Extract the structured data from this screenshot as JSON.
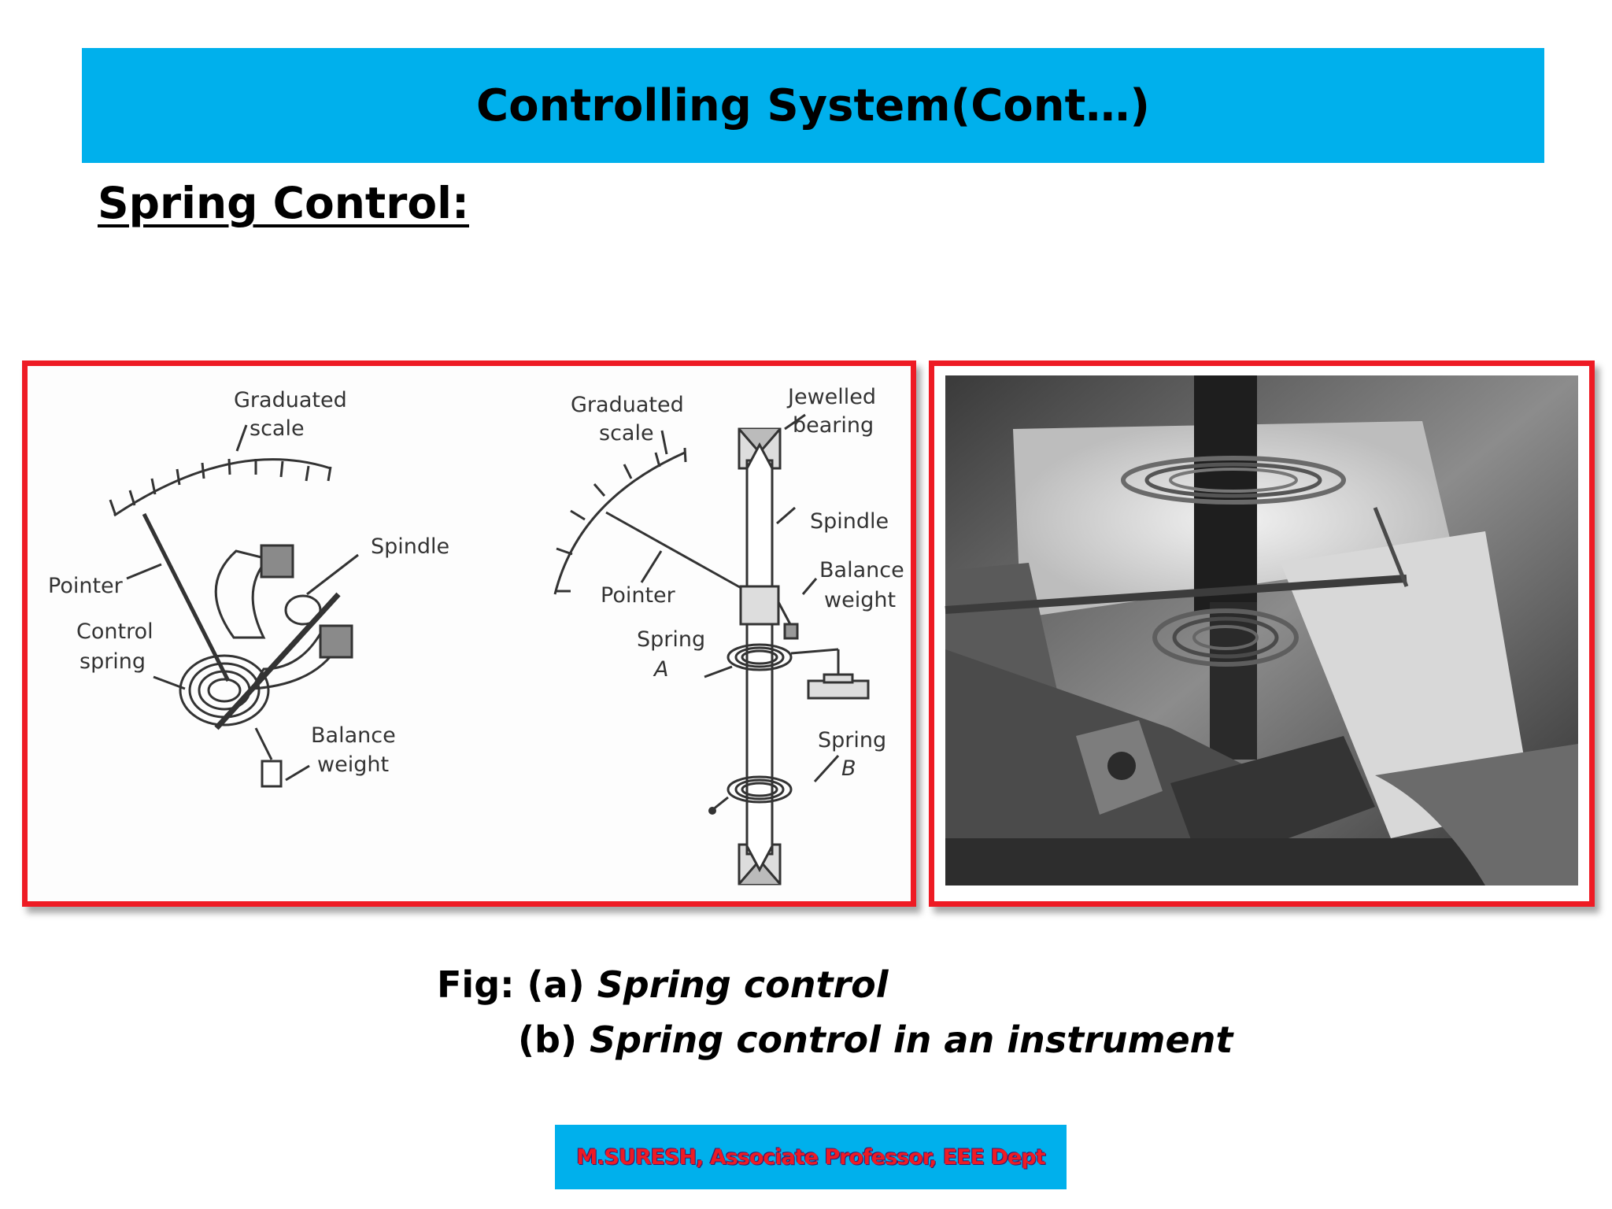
{
  "slide": {
    "title": "Controlling System(Cont…)",
    "subtitle": "Spring Control:"
  },
  "figure_a": {
    "left_labels": {
      "graduated_scale_1": "Graduated",
      "graduated_scale_2": "scale",
      "pointer": "Pointer",
      "control_spring_1": "Control",
      "control_spring_2": "spring",
      "spindle": "Spindle",
      "balance_weight_1": "Balance",
      "balance_weight_2": "weight"
    },
    "right_labels": {
      "graduated_scale_1": "Graduated",
      "graduated_scale_2": "scale",
      "jewelled_bearing_1": "Jewelled",
      "jewelled_bearing_2": "bearing",
      "spindle": "Spindle",
      "balance_weight_1": "Balance",
      "balance_weight_2": "weight",
      "pointer": "Pointer",
      "spring_a_1": "Spring",
      "spring_a_2": "A",
      "spring_b_1": "Spring",
      "spring_b_2": "B"
    }
  },
  "caption": {
    "prefix": "Fig: (a) ",
    "line1_italic": "Spring control",
    "line2_prefix": "(b) ",
    "line2_italic": "Spring control in an instrument"
  },
  "footer": {
    "text": "M.SURESH, Associate Professor, EEE Dept"
  },
  "colors": {
    "title_bar": "#00b0ec",
    "frame_border": "#ee1b24",
    "footer_text": "#ee1b24"
  }
}
